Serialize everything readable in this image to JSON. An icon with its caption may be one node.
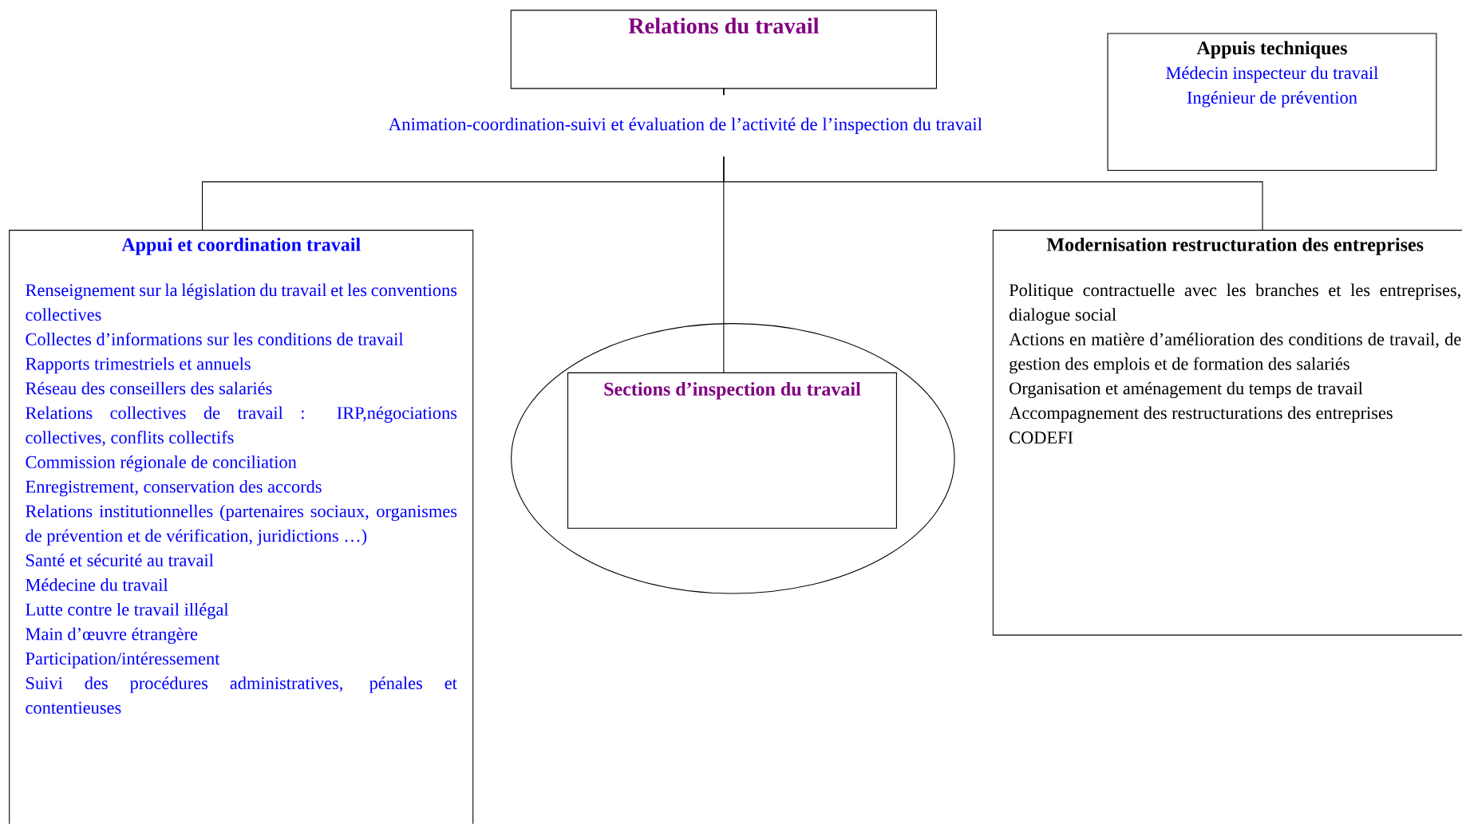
{
  "diagram": {
    "nodes": [
      {
        "text": [
          "Relations du travail"
        ]
      },
      {
        "text": [
          "Appuis techniques",
          "Médecin inspecteur du travail",
          "Ingénieur de prévention"
        ]
      },
      {
        "text": [
          "Appui et coordination travail",
          "Renseignement sur la législation du travail et les conventions collectives",
          "Collectes d’informations sur les conditions de travail",
          "Rapports trimestriels et annuels",
          "Réseau des conseillers des salariés",
          "Relations collectives de travail : IRP,négociations collectives, conflits collectifs",
          "Commission régionale de conciliation",
          "Enregistrement, conservation des accords",
          "Relations institutionnelles (partenaires sociaux, organismes de prévention et de vérification, juridictions …)",
          "Santé et sécurité au travail",
          "Médecine du travail",
          "Lutte contre le travail illégal",
          "Main d’œuvre étrangère",
          "Participation/intéressement",
          "Suivi des procédures administratives, pénales et contentieuses"
        ]
      },
      {
        "text": [],
        "shape": "ellipse"
      },
      {
        "text": [
          "Sections d’inspection du travail"
        ],
        "in": 3
      },
      {
        "text": [
          "Modernisation restructuration des entreprises",
          "Politique contractuelle avec les branches et les entreprises, dialogue social",
          "Actions en matière d’amélioration des conditions de travail, de gestion des emplois et de formation des salariés",
          "Organisation et aménagement du temps de travail",
          "Accompagnement des restructurations des entreprises",
          "CODEFI"
        ]
      }
    ],
    "edges": [
      {
        "from": 0,
        "to": 2,
        "arrow": "none"
      },
      {
        "from": 0,
        "to": 4,
        "arrow": "none"
      },
      {
        "from": 0,
        "to": 5,
        "arrow": "none"
      }
    ],
    "labels": [
      "Animation-coordination-suivi et évaluation de l’activité de l’inspection du travail"
    ]
  }
}
